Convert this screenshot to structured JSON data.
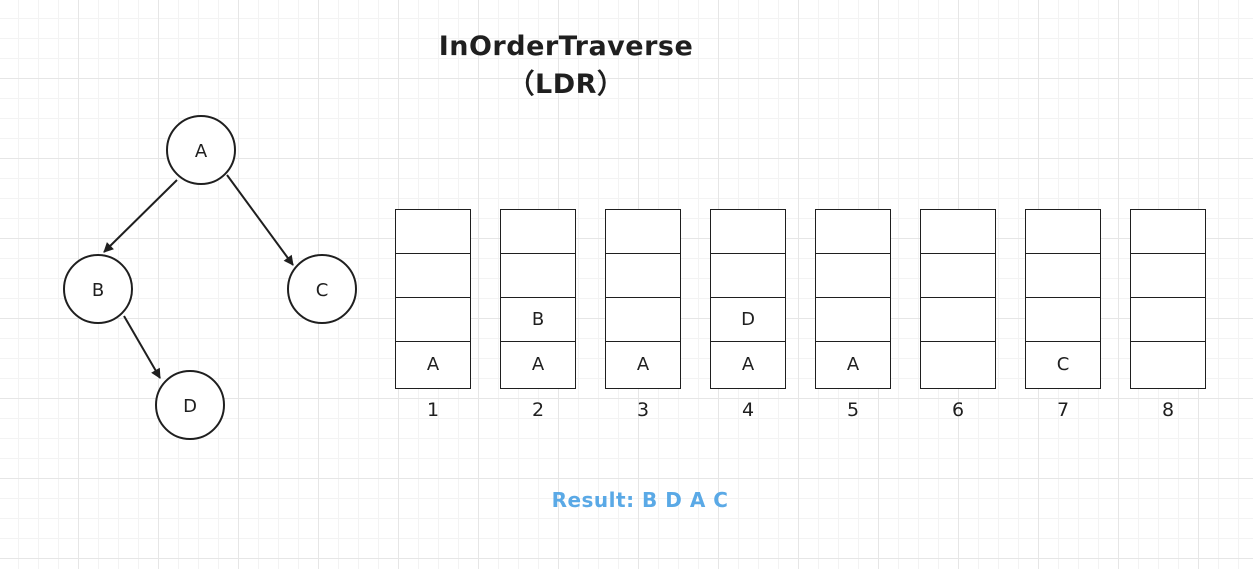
{
  "title": {
    "line1": "InOrderTraverse",
    "line2": "（LDR）"
  },
  "tree": {
    "nodes": {
      "A": "A",
      "B": "B",
      "C": "C",
      "D": "D"
    },
    "edges": [
      [
        "A",
        "B"
      ],
      [
        "A",
        "C"
      ],
      [
        "B",
        "D"
      ]
    ]
  },
  "stacks": [
    {
      "label": "1",
      "cells": [
        "",
        "",
        "",
        "A"
      ]
    },
    {
      "label": "2",
      "cells": [
        "",
        "",
        "B",
        "A"
      ]
    },
    {
      "label": "3",
      "cells": [
        "",
        "",
        "",
        "A"
      ]
    },
    {
      "label": "4",
      "cells": [
        "",
        "",
        "D",
        "A"
      ]
    },
    {
      "label": "5",
      "cells": [
        "",
        "",
        "",
        "A"
      ]
    },
    {
      "label": "6",
      "cells": [
        "",
        "",
        "",
        ""
      ]
    },
    {
      "label": "7",
      "cells": [
        "",
        "",
        "",
        "C"
      ]
    },
    {
      "label": "8",
      "cells": [
        "",
        "",
        "",
        ""
      ]
    }
  ],
  "result": "Result:  B D A C",
  "colors": {
    "ink": "#1f1f1f",
    "result": "#5aa9e6"
  }
}
